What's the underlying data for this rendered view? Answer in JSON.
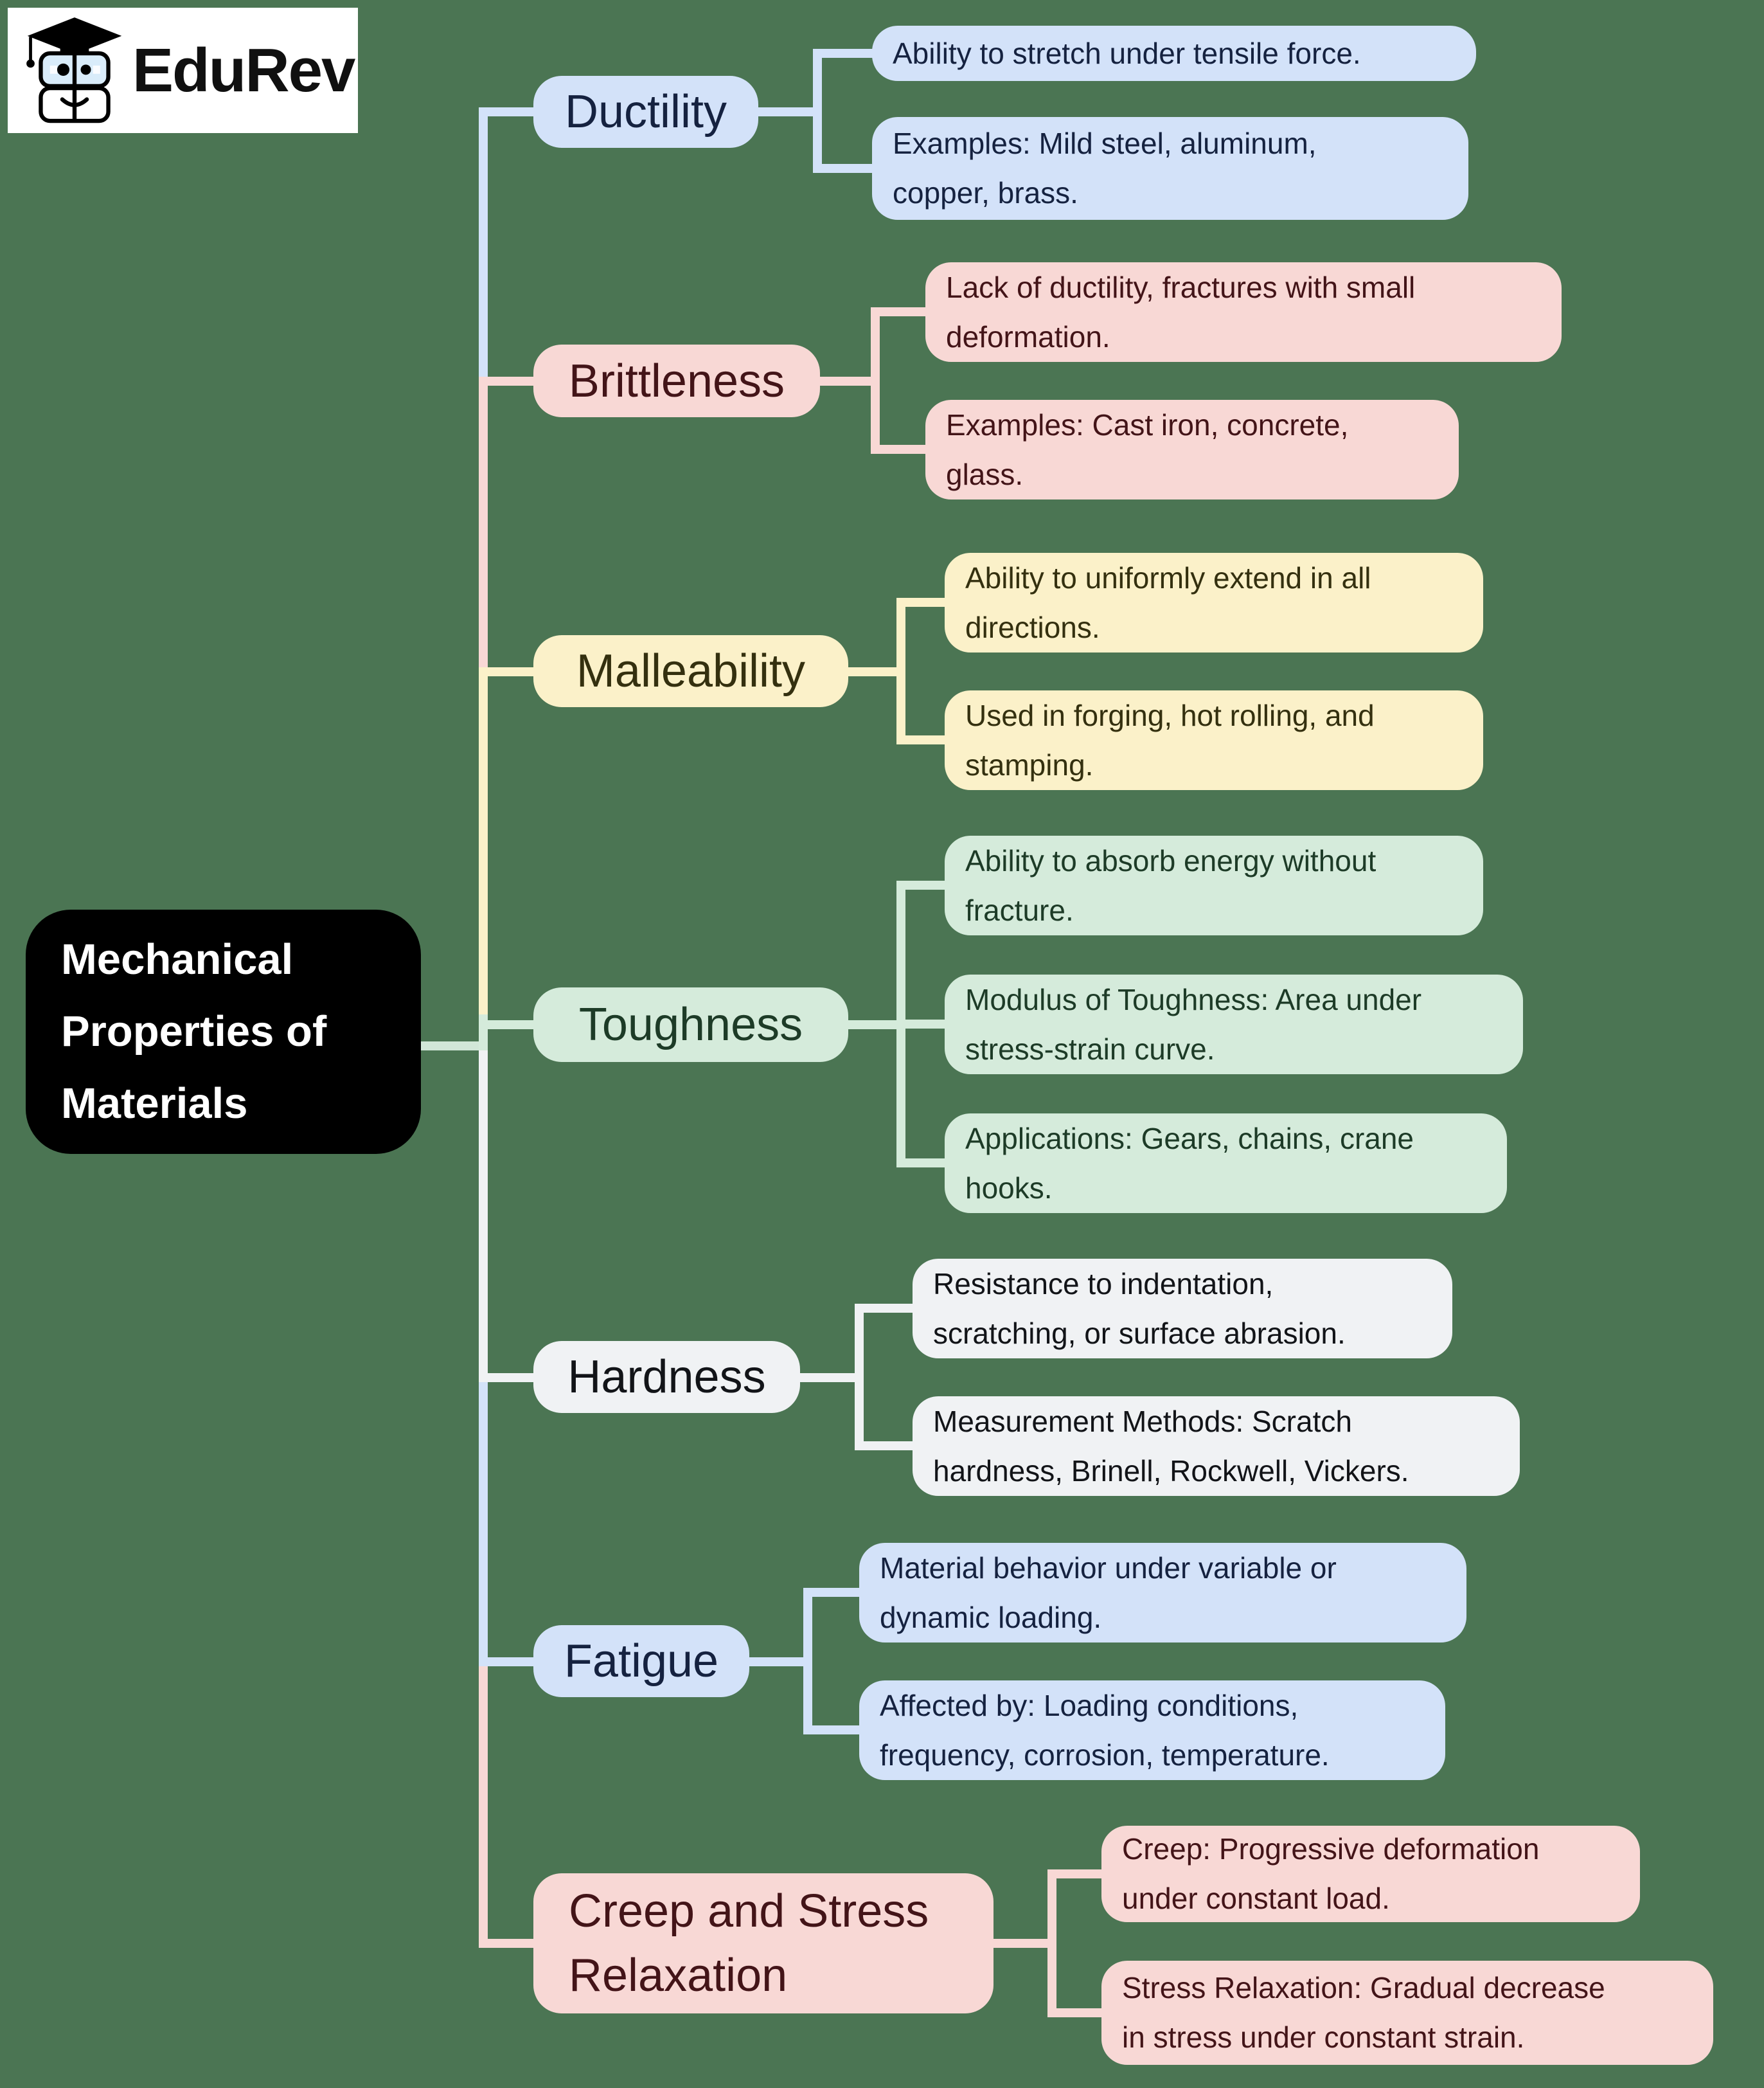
{
  "logo": {
    "brand": "EduRev",
    "icon": "graduate-cap-book-mascot"
  },
  "root": {
    "title": "Mechanical\nProperties of\nMaterials"
  },
  "palette": {
    "background": "#4b7553",
    "root_fill": "#000000",
    "root_text": "#ffffff",
    "blue_fill": "#d3e2f9",
    "blue_text": "#152240",
    "pink_fill": "#f8d8d5",
    "pink_text": "#431418",
    "yellow_fill": "#fbf1c9",
    "yellow_text": "#34300f",
    "green_fill": "#d5ebdb",
    "green_text": "#1d3b27",
    "gray_fill": "#f0f2f4",
    "gray_text": "#121418"
  },
  "branches": [
    {
      "label": "Ductility",
      "color": "#d3e2f9",
      "children": [
        "Ability to stretch under tensile force.",
        "Examples: Mild steel, aluminum,\ncopper, brass."
      ]
    },
    {
      "label": "Brittleness",
      "color": "#f8d8d5",
      "children": [
        "Lack of ductility, fractures with small\ndeformation.",
        "Examples: Cast iron, concrete,\nglass."
      ]
    },
    {
      "label": "Malleability",
      "color": "#fbf1c9",
      "children": [
        "Ability to uniformly extend in all\ndirections.",
        "Used in forging, hot rolling, and\nstamping."
      ]
    },
    {
      "label": "Toughness",
      "color": "#d5ebdb",
      "children": [
        "Ability to absorb energy without\nfracture.",
        "Modulus of Toughness: Area under\nstress-strain curve.",
        "Applications: Gears, chains, crane\nhooks."
      ]
    },
    {
      "label": "Hardness",
      "color": "#f0f2f4",
      "children": [
        "Resistance to indentation,\nscratching, or surface abrasion.",
        "Measurement Methods: Scratch\nhardness, Brinell, Rockwell, Vickers."
      ]
    },
    {
      "label": "Fatigue",
      "color": "#d3e2f9",
      "children": [
        "Material behavior under variable or\ndynamic loading.",
        "Affected by: Loading conditions,\nfrequency, corrosion, temperature."
      ]
    },
    {
      "label": "Creep and Stress\nRelaxation",
      "color": "#f8d8d5",
      "children": [
        "Creep: Progressive deformation\nunder constant load.",
        "Stress Relaxation: Gradual decrease\nin stress under constant strain."
      ]
    }
  ]
}
